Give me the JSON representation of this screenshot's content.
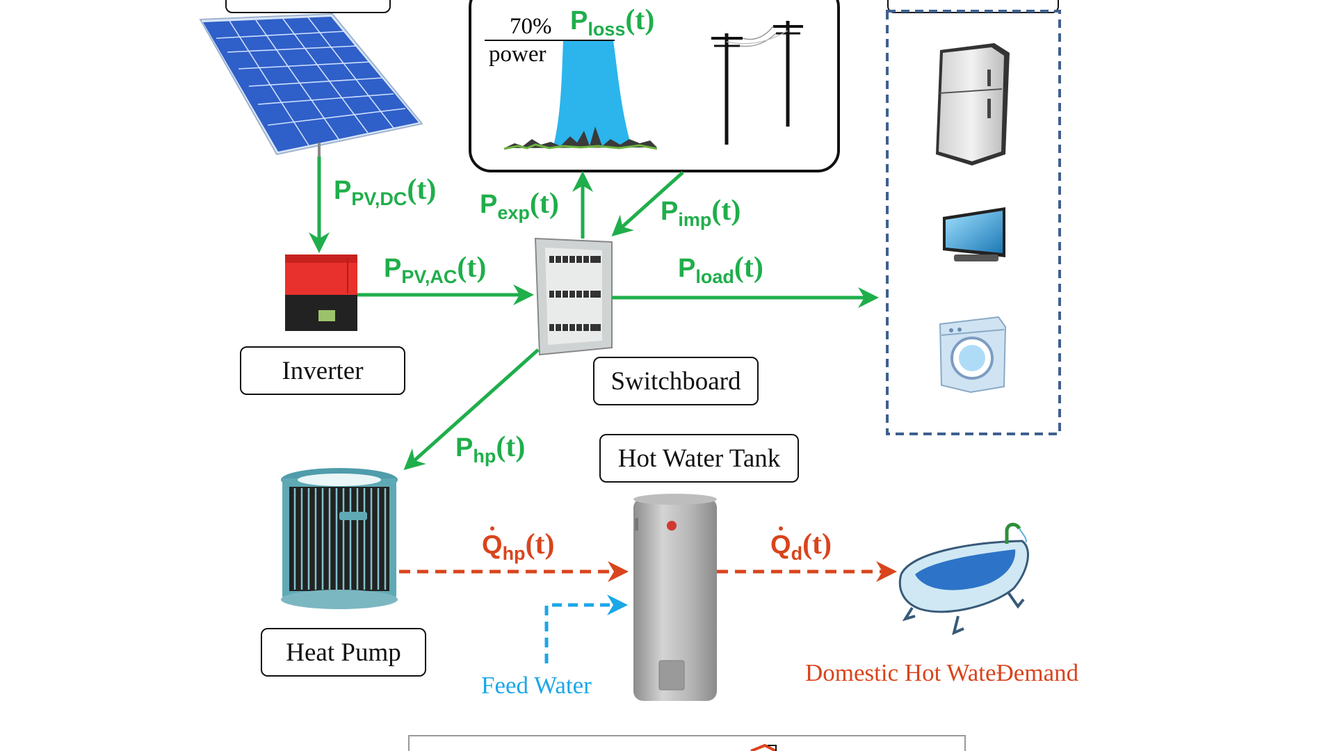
{
  "labels": {
    "inverter": "Inverter",
    "switchboard": "Switchboard",
    "hot_water_tank": "Hot Water Tank",
    "heat_pump": "Heat Pump",
    "feed_water": "Feed Water",
    "domestic_hot_water_demand": "Domestic Hot WateÐemand"
  },
  "grid_inset": {
    "percent": "70%",
    "power": "power"
  },
  "flows": {
    "p": "P",
    "q": "Q",
    "t": "(t)",
    "pv_dc": "PV,DC",
    "pv_ac": "PV,AC",
    "exp": "exp",
    "loss": "loss",
    "imp": "imp",
    "load": "load",
    "hp": "hp",
    "q_hp": "hp",
    "q_d": "d"
  },
  "colors": {
    "electric_flow": "#1fae4b",
    "heat_flow": "#d9441c",
    "feed_water": "#1ba7e8",
    "loads_border": "#3f5f8f",
    "pv_panel": "#2f5fc8",
    "inverter": "#e8312c",
    "heat_pump": "#5fa9b5",
    "tank": "#a8a8a8",
    "grid_plot": "#2bb5ec"
  },
  "icons": [
    "solar-panel-icon",
    "inverter-icon",
    "switchboard-icon",
    "grid-pole-icon",
    "fridge-icon",
    "tv-icon",
    "washing-machine-icon",
    "heat-pump-icon",
    "water-tank-icon",
    "bathtub-icon"
  ]
}
